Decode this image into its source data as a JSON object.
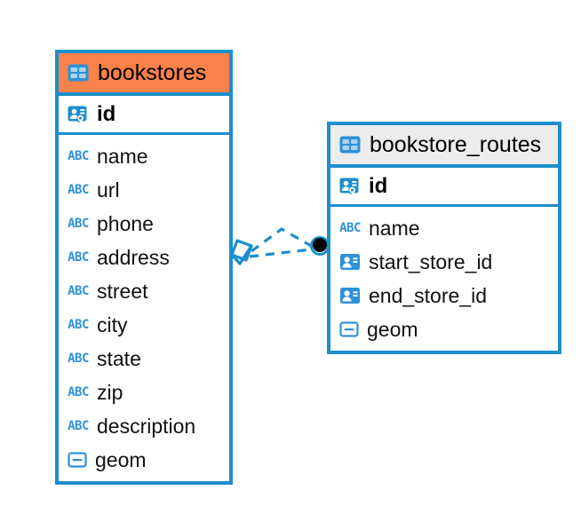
{
  "diagram": {
    "type": "entity-relationship-diagram",
    "background": "#ffffff",
    "accent_blue": "#1c8ecd",
    "icon_blue": "#2f91d6",
    "header_orange": "#f9814a",
    "header_gray": "#ececec"
  },
  "entities": [
    {
      "name": "bookstores",
      "header_color": "#f9814a",
      "title_icon": "table-icon",
      "primary_key": {
        "label": "id",
        "icon": "primary-key-icon"
      },
      "fields": [
        {
          "label": "name",
          "icon": "abc-text-icon"
        },
        {
          "label": "url",
          "icon": "abc-text-icon"
        },
        {
          "label": "phone",
          "icon": "abc-text-icon"
        },
        {
          "label": "address",
          "icon": "abc-text-icon"
        },
        {
          "label": "street",
          "icon": "abc-text-icon"
        },
        {
          "label": "city",
          "icon": "abc-text-icon"
        },
        {
          "label": "state",
          "icon": "abc-text-icon"
        },
        {
          "label": "zip",
          "icon": "abc-text-icon"
        },
        {
          "label": "description",
          "icon": "abc-text-icon"
        },
        {
          "label": "geom",
          "icon": "geometry-icon"
        }
      ]
    },
    {
      "name": "bookstore_routes",
      "header_color": "#ececec",
      "title_icon": "table-icon",
      "primary_key": {
        "label": "id",
        "icon": "primary-key-icon"
      },
      "fields": [
        {
          "label": "name",
          "icon": "abc-text-icon"
        },
        {
          "label": "start_store_id",
          "icon": "foreign-key-icon"
        },
        {
          "label": "end_store_id",
          "icon": "foreign-key-icon"
        },
        {
          "label": "geom",
          "icon": "geometry-icon"
        }
      ]
    }
  ],
  "relationships": [
    {
      "from_entity": "bookstores",
      "to_entity": "bookstore_routes",
      "source_marker": "diamond-marker",
      "target_marker": "filled-circle-marker",
      "line_style": "dashed",
      "line_color": "#1c8ecd"
    }
  ],
  "icon_glyphs": {
    "abc_text": "ABC"
  }
}
